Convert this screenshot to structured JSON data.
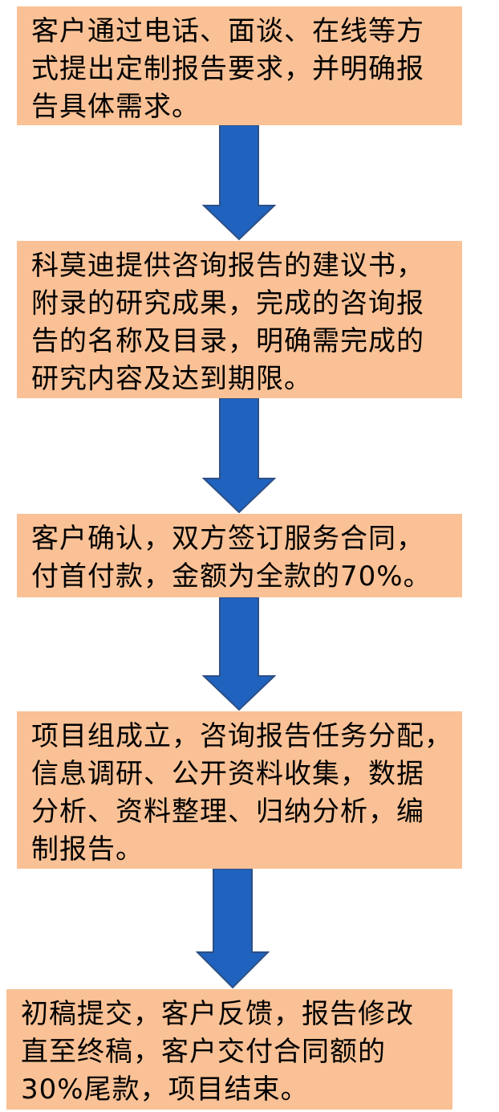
{
  "colors": {
    "box_fill": "#F9C195",
    "arrow_fill": "#1F63BE",
    "arrow_stroke": "#2E4F86",
    "text": "#000000"
  },
  "steps": [
    {
      "lines": [
        "客户通过电话、面谈、在线等方",
        "式提出定制报告要求，并明确报",
        "告具体需求。"
      ]
    },
    {
      "lines": [
        "科莫迪提供咨询报告的建议书，",
        "附录的研究成果，完成的咨询报",
        "告的名称及目录，明确需完成的",
        "研究内容及达到期限。"
      ]
    },
    {
      "lines": [
        "客户确认，双方签订服务合同，",
        "付首付款，金额为全款的70%。"
      ]
    },
    {
      "lines": [
        "项目组成立，咨询报告任务分配，",
        "信息调研、公开资料收集，数据",
        "分析、资料整理、归纳分析，编",
        "制报告。"
      ]
    },
    {
      "lines": [
        "初稿提交，客户反馈，报告修改",
        "直至终稿，客户交付合同额的",
        "30%尾款，项目结束。"
      ]
    }
  ]
}
